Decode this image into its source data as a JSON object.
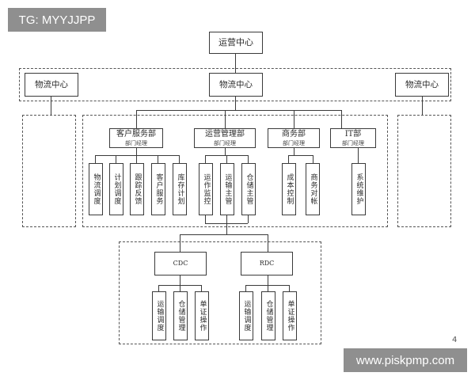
{
  "watermarks": {
    "top_left": "TG: MYYJJPP",
    "bottom_right": "www.piskpmp.com"
  },
  "nodes": {
    "ops_center": "运营中心",
    "logistics_left": "物流中心",
    "logistics_center": "物流中心",
    "logistics_right": "物流中心",
    "customer_dept": {
      "title": "客户服务部",
      "sub": "部门经理"
    },
    "ops_dept": {
      "title": "运营管理部",
      "sub": "部门经理"
    },
    "business_dept": {
      "title": "商务部",
      "sub": "部门经理"
    },
    "it_dept": {
      "title": "IT部",
      "sub": "部门经理"
    },
    "cdc": "CDC",
    "rdc": "RDC"
  },
  "customer_roles": [
    "物流调度",
    "计划调度",
    "跟踪反馈",
    "客户服务",
    "库存计划"
  ],
  "ops_roles": [
    "运作监控",
    "运输主管",
    "仓储主管"
  ],
  "business_roles": [
    "成本控制",
    "商务对帐"
  ],
  "it_roles": [
    "系统维护"
  ],
  "cdc_roles": [
    "运输调度",
    "仓储管理",
    "单证操作"
  ],
  "rdc_roles": [
    "运输调度",
    "仓储管理",
    "单证操作"
  ],
  "corner_mark": "4"
}
